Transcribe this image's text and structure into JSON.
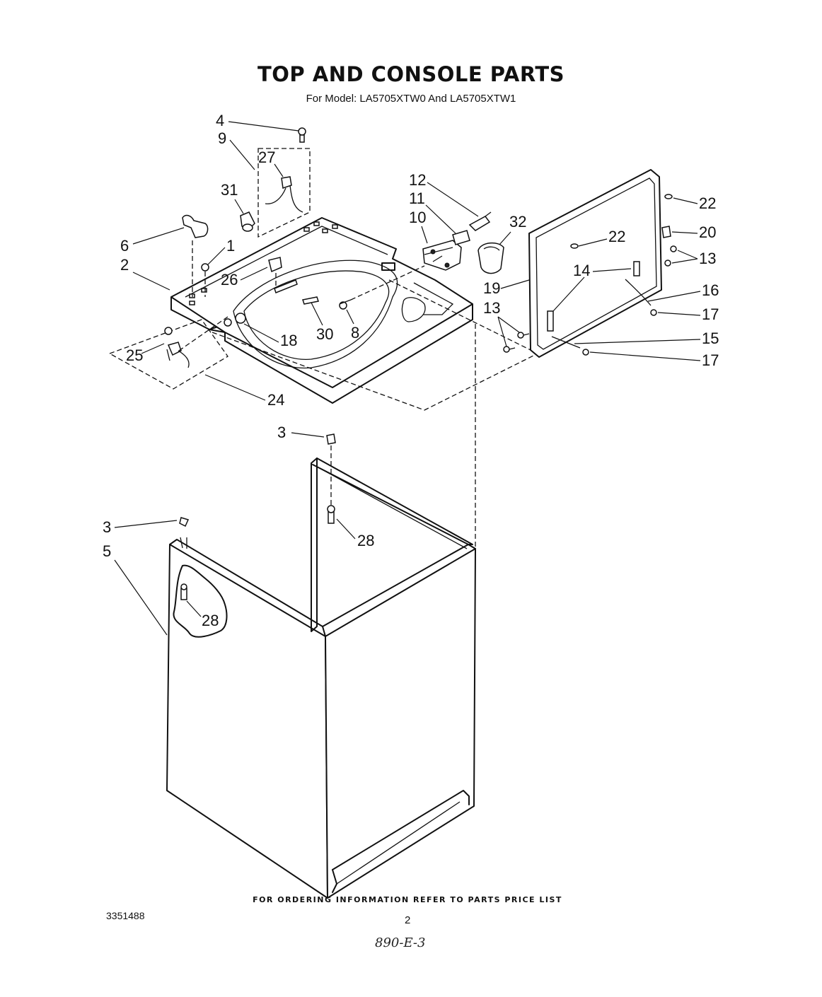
{
  "title": "TOP AND CONSOLE PARTS",
  "subtitle": "For Model: LA5705XTW0 And LA5705XTW1",
  "footer_note": "FOR ORDERING INFORMATION REFER TO PARTS PRICE LIST",
  "part_number": "3351488",
  "page_number": "2",
  "handwritten_note": "890-E-3",
  "callouts": [
    "4",
    "9",
    "27",
    "31",
    "6",
    "1",
    "2",
    "26",
    "25",
    "24",
    "18",
    "30",
    "8",
    "12",
    "11",
    "10",
    "32",
    "19",
    "13",
    "14",
    "22",
    "22",
    "20",
    "13",
    "16",
    "17",
    "15",
    "17",
    "3",
    "3",
    "5",
    "28",
    "28"
  ]
}
